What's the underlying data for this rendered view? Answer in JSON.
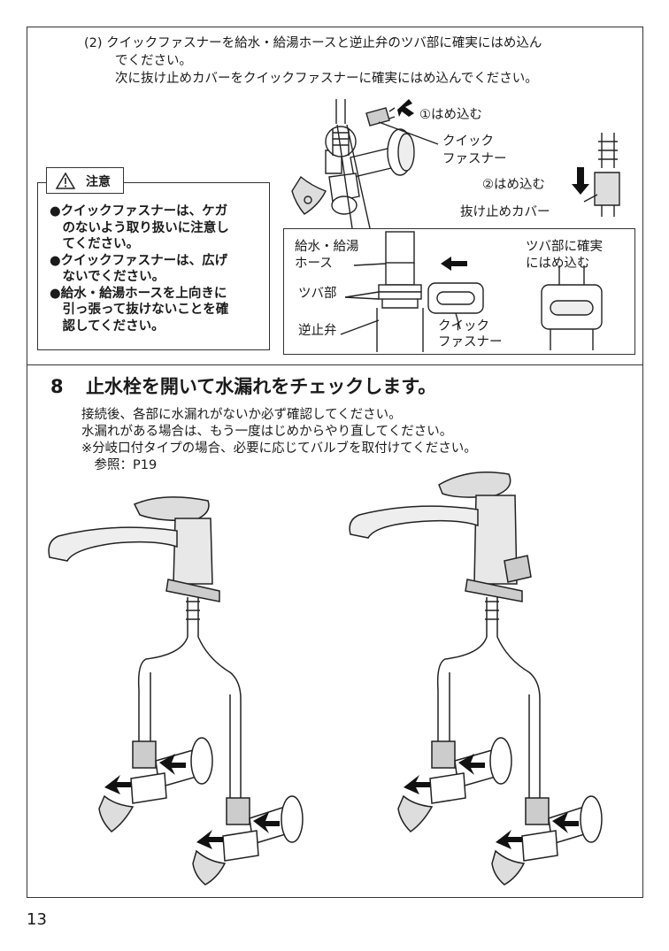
{
  "step7": {
    "instruction_line1": "(2) クイックファスナーを給水・給湯ホースと逆止弁のツバ部に確実にはめ込ん",
    "instruction_line2": "でください。",
    "instruction_line3": "次に抜け止めカバーをクイックファスナーに確実にはめ込んでください。",
    "label_insert1": "①はめ込む",
    "label_quick1": "クイック",
    "label_quick2": "ファスナー",
    "label_insert2": "②はめ込む",
    "label_cover": "抜け止めカバー"
  },
  "caution": {
    "title": "注意",
    "lines": [
      "●クイックファスナーは、ケガ",
      "　のないよう取り扱いに注意し",
      "　てください。",
      "●クイックファスナーは、広げ",
      "　ないでください。",
      "●給水・給湯ホースを上向きに",
      "　引っ張って抜けないことを確",
      "　認してください。"
    ]
  },
  "inset": {
    "hose_label1": "給水・給湯",
    "hose_label2": "ホース",
    "flange_label": "ツバ部",
    "valve_label": "逆止弁",
    "fastener1": "クイック",
    "fastener2": "ファスナー",
    "right_label1": "ツバ部に確実",
    "right_label2": "にはめ込む"
  },
  "step8": {
    "number": "8",
    "heading": "止水栓を開いて水漏れをチェックします。",
    "lines": [
      "接続後、各部に水漏れがないか必ず確認してください。",
      "水漏れがある場合は、もう一度はじめからやり直してください。",
      "※分岐口付タイプの場合、必要に応じてバルブを取付けてください。",
      "　参照：P19"
    ]
  },
  "page_number": "13"
}
